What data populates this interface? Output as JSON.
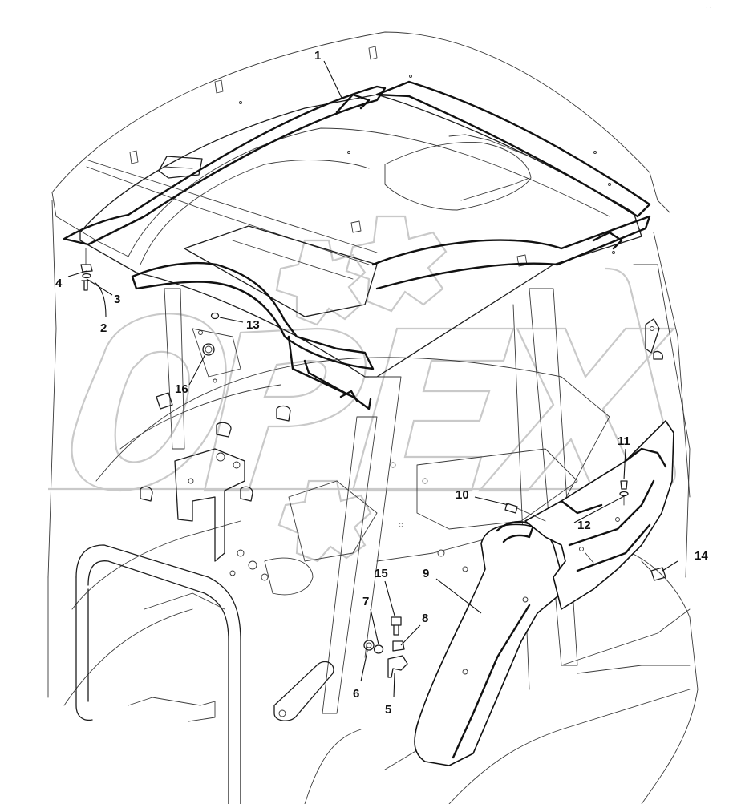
{
  "watermark": {
    "text": "OPEX",
    "color": "#c9c9c9"
  },
  "corner_mark": "· ·",
  "callouts": [
    {
      "id": "1",
      "label": "1"
    },
    {
      "id": "2",
      "label": "2"
    },
    {
      "id": "3",
      "label": "3"
    },
    {
      "id": "4",
      "label": "4"
    },
    {
      "id": "5",
      "label": "5"
    },
    {
      "id": "6",
      "label": "6"
    },
    {
      "id": "7",
      "label": "7"
    },
    {
      "id": "8",
      "label": "8"
    },
    {
      "id": "9",
      "label": "9"
    },
    {
      "id": "10",
      "label": "10"
    },
    {
      "id": "11",
      "label": "11"
    },
    {
      "id": "12",
      "label": "12"
    },
    {
      "id": "13",
      "label": "13"
    },
    {
      "id": "14",
      "label": "14"
    },
    {
      "id": "15",
      "label": "15"
    },
    {
      "id": "16",
      "label": "16"
    }
  ],
  "colors": {
    "line": "#111111",
    "background": "#ffffff",
    "watermark": "#c9c9c9"
  }
}
